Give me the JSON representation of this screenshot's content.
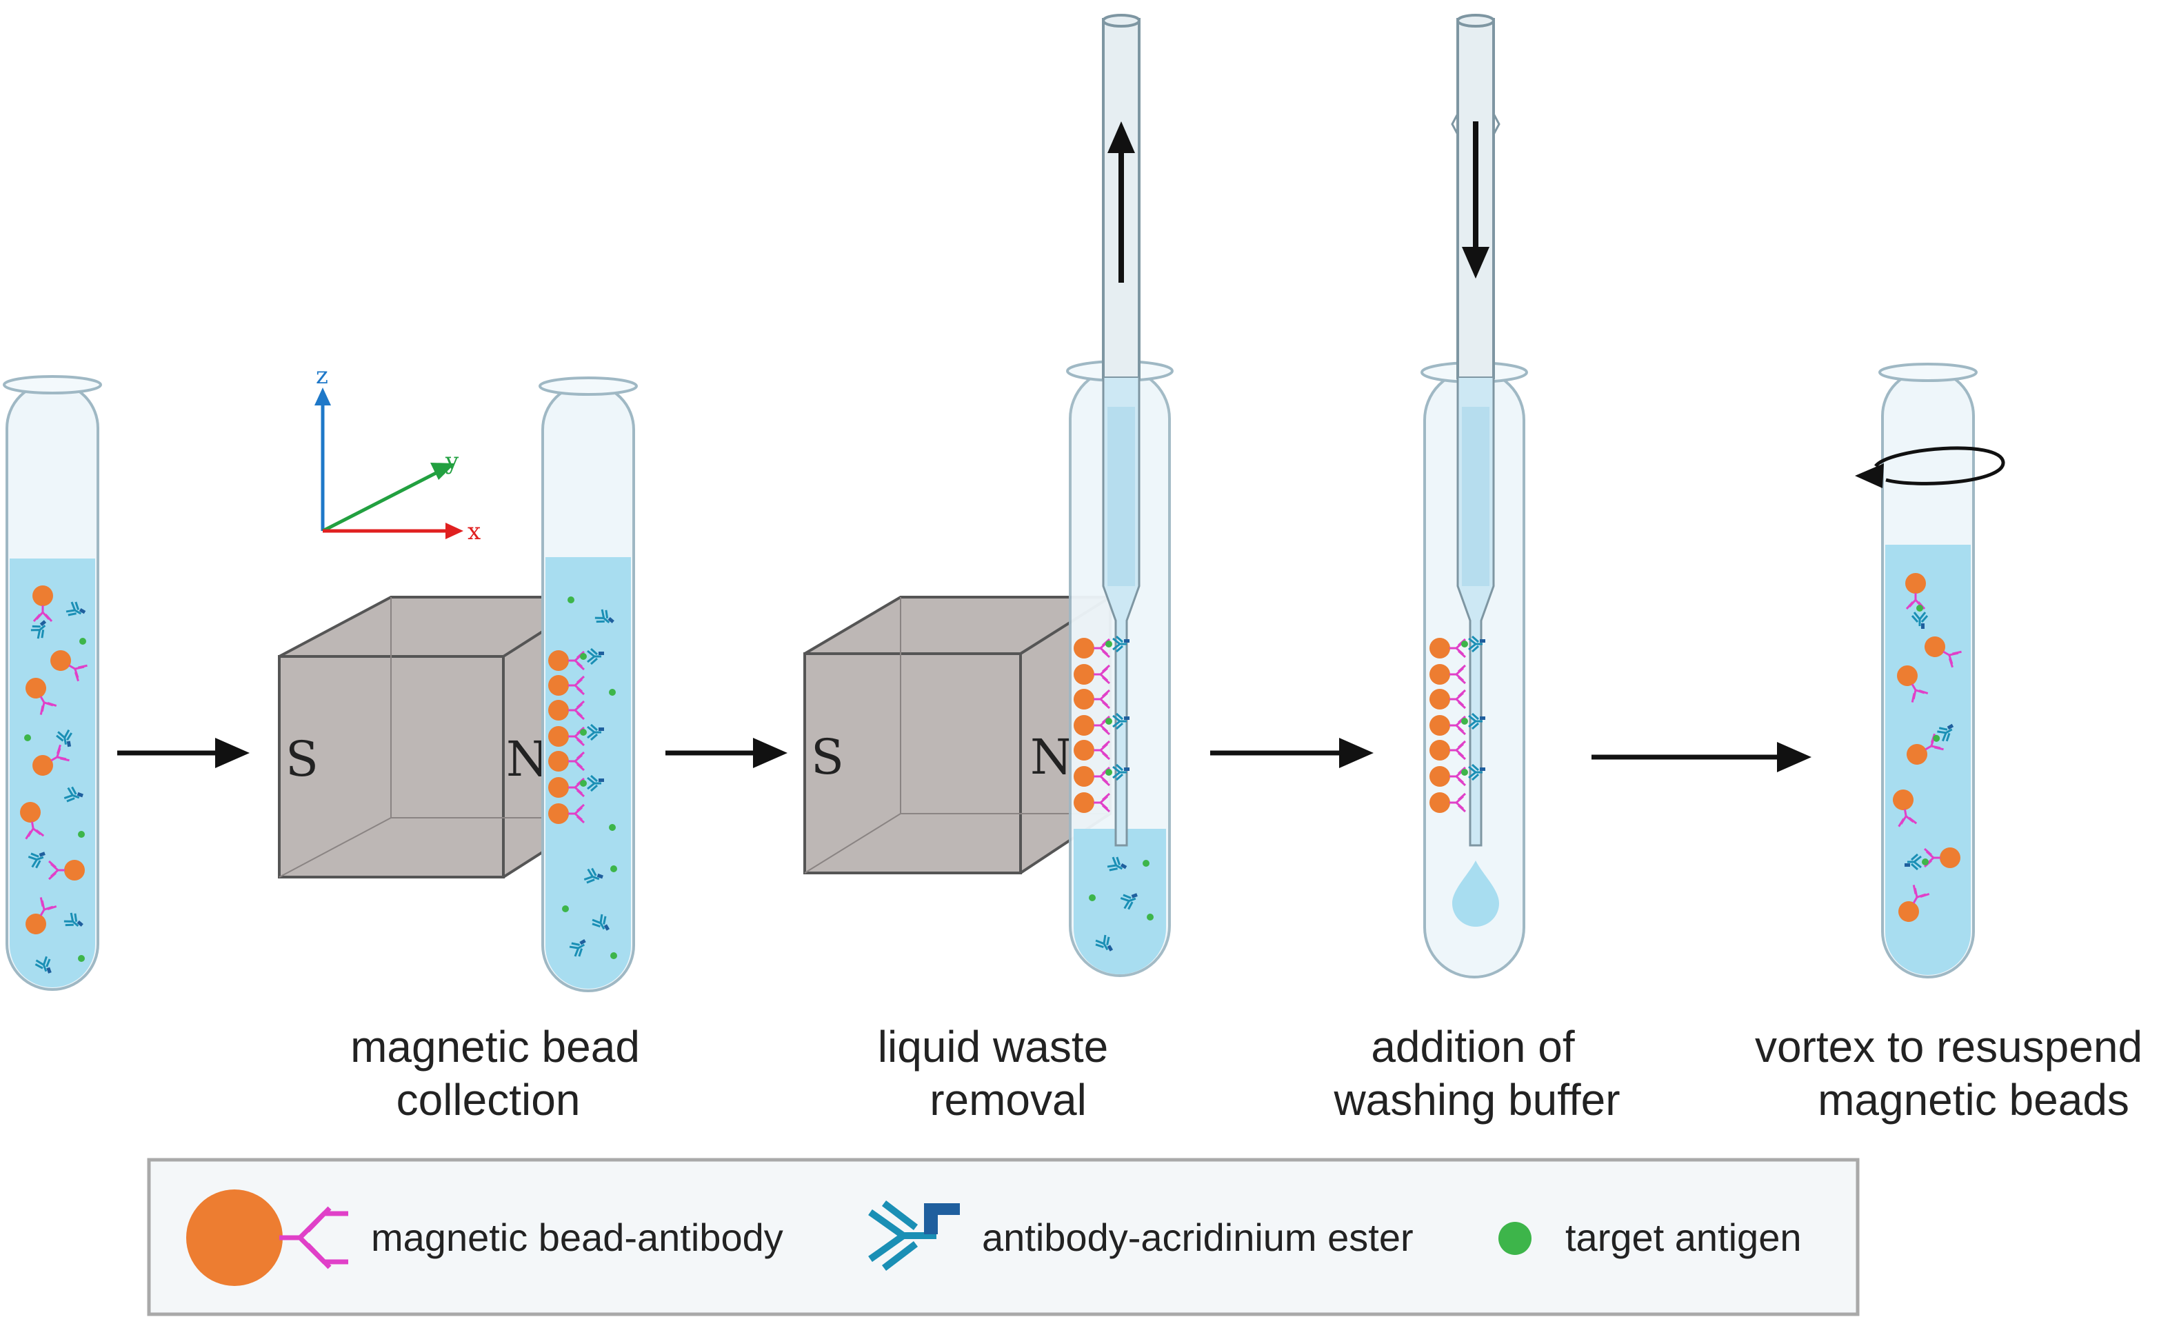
{
  "steps": [
    {
      "line1": "magnetic bead",
      "line2": "collection"
    },
    {
      "line1": "liquid waste",
      "line2": "removal"
    },
    {
      "line1": "addition of",
      "line2": "washing buffer"
    },
    {
      "line1": "vortex to resuspend",
      "line2": "magnetic beads"
    }
  ],
  "magnet": {
    "south": "S",
    "north": "N"
  },
  "axes": {
    "z": "z",
    "y": "y",
    "x": "x"
  },
  "legend": {
    "bead_antibody": "magnetic bead-antibody",
    "antibody_ester": "antibody-acridinium ester",
    "antigen": "target antigen"
  },
  "colors": {
    "bead": "#ED7D31",
    "antibody": "#E040C8",
    "ester_antibody": "#1A8FB5",
    "antigen": "#3DB54A",
    "liquid": "#A8DDF0",
    "magnet": "#BDB7B5",
    "axis_x": "#E02020",
    "axis_y": "#22A040",
    "axis_z": "#1E78C8"
  }
}
